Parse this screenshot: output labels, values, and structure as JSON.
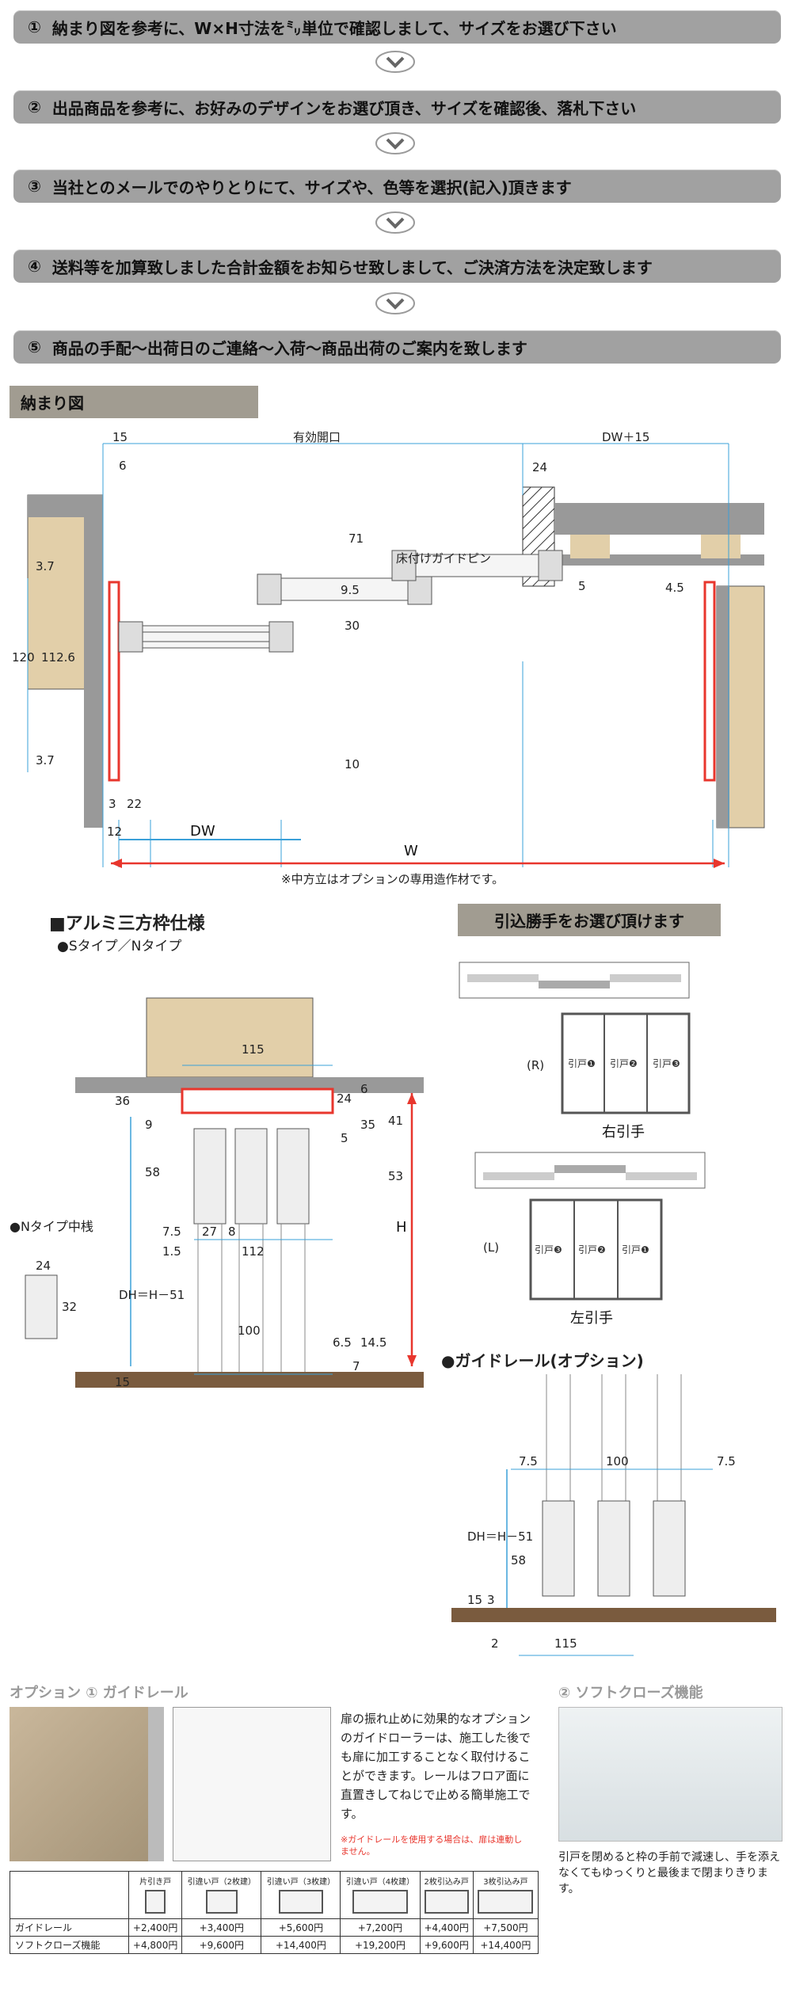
{
  "steps": [
    {
      "num": "①",
      "text": "納まり図を参考に、W×H寸法を㍉単位で確認しまして、サイズをお選び下さい"
    },
    {
      "num": "②",
      "text": "出品商品を参考に、お好みのデザインをお選び頂き、サイズを確認後、落札下さい"
    },
    {
      "num": "③",
      "text": "当社とのメールでのやりとりにて、サイズや、色等を選択(記入)頂きます"
    },
    {
      "num": "④",
      "text": "送料等を加算致しました合計金額をお知らせ致しまして、ご決済方法を決定致します"
    },
    {
      "num": "⑤",
      "text": "商品の手配～出荷日のご連絡～入荷～商品出荷のご案内を致します"
    }
  ],
  "plan": {
    "header": "納まり図",
    "note": "※中方立はオプションの専用造作材です。",
    "dims": {
      "d15": "15",
      "d6": "6",
      "yuko": "有効開口",
      "dw15": "DW＋15",
      "d24": "24",
      "d71": "71",
      "pin": "床付けガイドピン",
      "d95": "9.5",
      "d5": "5",
      "d45": "4.5",
      "d37a": "3.7",
      "d37b": "3.7",
      "d120": "120",
      "d1126": "112.6",
      "d30": "30",
      "d10": "10",
      "d3": "3",
      "d22": "22",
      "d12": "12",
      "dw": "DW",
      "w": "W"
    }
  },
  "section": {
    "title": "■アルミ三方枠仕様",
    "subtitle": "●Sタイプ／Nタイプ",
    "ntype": "●Nタイプ中桟",
    "dims": {
      "d115": "115",
      "d36": "36",
      "d9": "9",
      "d24": "24",
      "d6": "6",
      "d35": "35",
      "d41": "41",
      "d5": "5",
      "d58": "58",
      "d53": "53",
      "d75": "7.5",
      "d27": "27",
      "d8": "8",
      "d15": "1.5",
      "d112": "112",
      "dh": "DH＝H－51",
      "h": "H",
      "d100": "100",
      "d65": "6.5",
      "d145": "14.5",
      "d7": "7",
      "d15b": "15",
      "n24": "24",
      "n32": "32"
    }
  },
  "hand": {
    "header": "引込勝手をお選び頂けます",
    "r_label": "(R)",
    "r_caption": "右引手",
    "l_label": "(L)",
    "l_caption": "左引手",
    "r_doors": [
      "引戸❶",
      "引戸❷",
      "引戸❸"
    ],
    "l_doors": [
      "引戸❸",
      "引戸❷",
      "引戸❶"
    ]
  },
  "guide": {
    "title": "●ガイドレール(オプション)",
    "dims": {
      "d75": "7.5",
      "d100": "100",
      "dh": "DH＝H－51",
      "d58": "58",
      "d15": "15",
      "d3": "3",
      "d2": "2",
      "d115": "115"
    }
  },
  "options": {
    "opt1": "オプション ① ガイドレール",
    "opt1_text": "扉の振れ止めに効果的なオプションのガイドローラーは、施工した後でも扉に加工することなく取付けることができます。レールはフロア面に直置きしてねじで止める簡単施工です。",
    "opt1_note": "※ガイドレールを使用する場合は、扉は連動しません。",
    "opt2": "② ソフトクローズ機能",
    "opt2_text": "引戸を閉めると枠の手前で減速し、手を添えなくてもゆっくりと最後まで閉まりきります。"
  },
  "price_table": {
    "headers": [
      "片引き戸",
      "引違い戸（2枚建）",
      "引違い戸（3枚建）",
      "引違い戸（4枚建）",
      "2枚引込み戸",
      "3枚引込み戸"
    ],
    "rows": [
      {
        "label": "ガイドレール",
        "values": [
          "+2,400円",
          "+3,400円",
          "+5,600円",
          "+7,200円",
          "+4,400円",
          "+7,500円"
        ]
      },
      {
        "label": "ソフトクローズ機能",
        "values": [
          "+4,800円",
          "+9,600円",
          "+14,400円",
          "+19,200円",
          "+9,600円",
          "+14,400円"
        ]
      }
    ]
  },
  "colors": {
    "step_bg": "#a1a1a1",
    "header_bg": "#a19c91",
    "red": "#e8362d",
    "dim_blue": "#3aa0d8",
    "wood": "#e2cfa9"
  }
}
